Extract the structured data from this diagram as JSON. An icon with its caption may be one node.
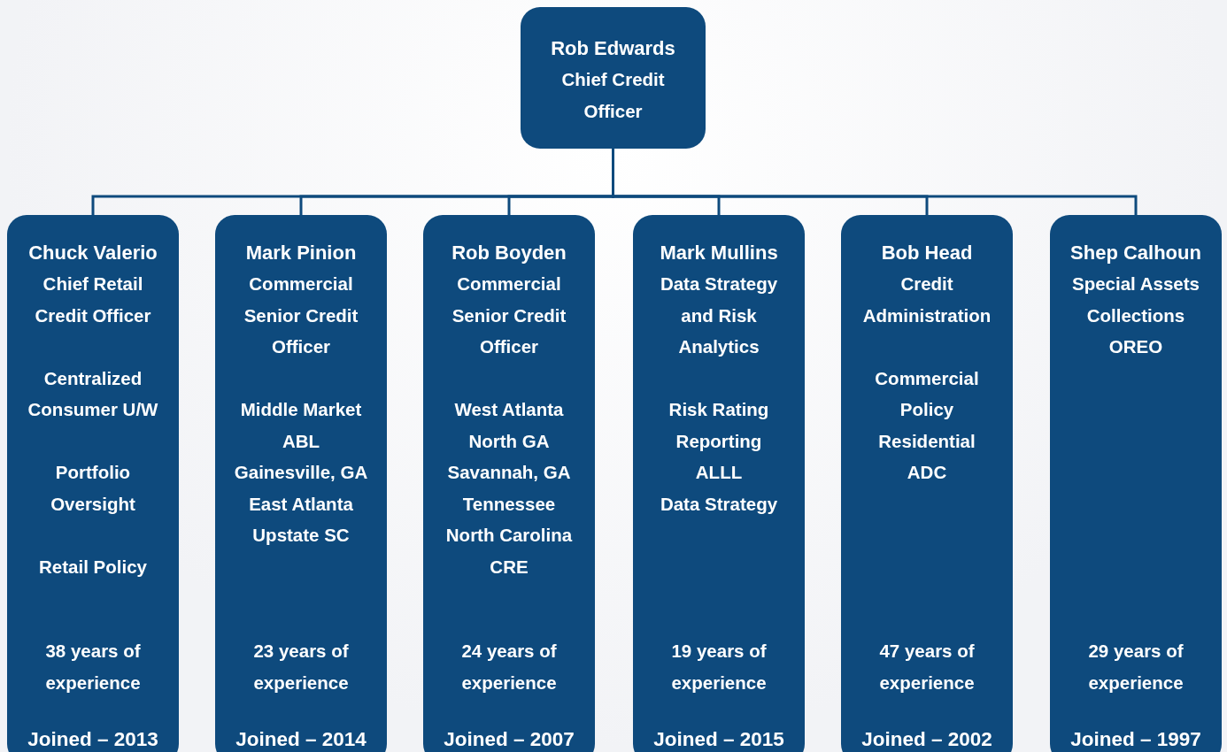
{
  "diagram": {
    "nodes": [
      {
        "text": [
          "Rob Edwards",
          "Chief Credit Officer"
        ]
      },
      {
        "text": [
          "Chuck Valerio",
          "Chief Retail Credit Officer",
          "Centralized Consumer U/W",
          "Portfolio Oversight",
          "Retail Policy",
          "38 years of experience",
          "Joined – 2013"
        ]
      },
      {
        "text": [
          "Mark Pinion",
          "Commercial Senior Credit Officer",
          "Middle Market",
          "ABL",
          "Gainesville, GA",
          "East Atlanta",
          "Upstate SC",
          "23 years of experience",
          "Joined – 2014"
        ]
      },
      {
        "text": [
          "Rob Boyden",
          "Commercial Senior Credit Officer",
          "West Atlanta",
          "North GA",
          "Savannah, GA",
          "Tennessee",
          "North Carolina",
          "CRE",
          "24 years of experience",
          "Joined – 2007"
        ]
      },
      {
        "text": [
          "Mark Mullins",
          "Data Strategy and Risk Analytics",
          "Risk Rating",
          "Reporting",
          "ALLL",
          "Data Strategy",
          "19 years of experience",
          "Joined – 2015"
        ]
      },
      {
        "text": [
          "Bob Head",
          "Credit Administration",
          "Commercial Policy",
          "Residential",
          "ADC",
          "47 years of experience",
          "Joined – 2002"
        ]
      },
      {
        "text": [
          "Shep Calhoun",
          "Special Assets",
          "Collections",
          "OREO",
          "29 years of experience",
          "Joined – 1997"
        ]
      }
    ],
    "edges": [
      {
        "from": 0,
        "to": 1,
        "arrow": "none"
      },
      {
        "from": 0,
        "to": 2,
        "arrow": "none"
      },
      {
        "from": 0,
        "to": 3,
        "arrow": "none"
      },
      {
        "from": 0,
        "to": 4,
        "arrow": "none"
      },
      {
        "from": 0,
        "to": 5,
        "arrow": "none"
      },
      {
        "from": 0,
        "to": 6,
        "arrow": "none"
      }
    ]
  }
}
